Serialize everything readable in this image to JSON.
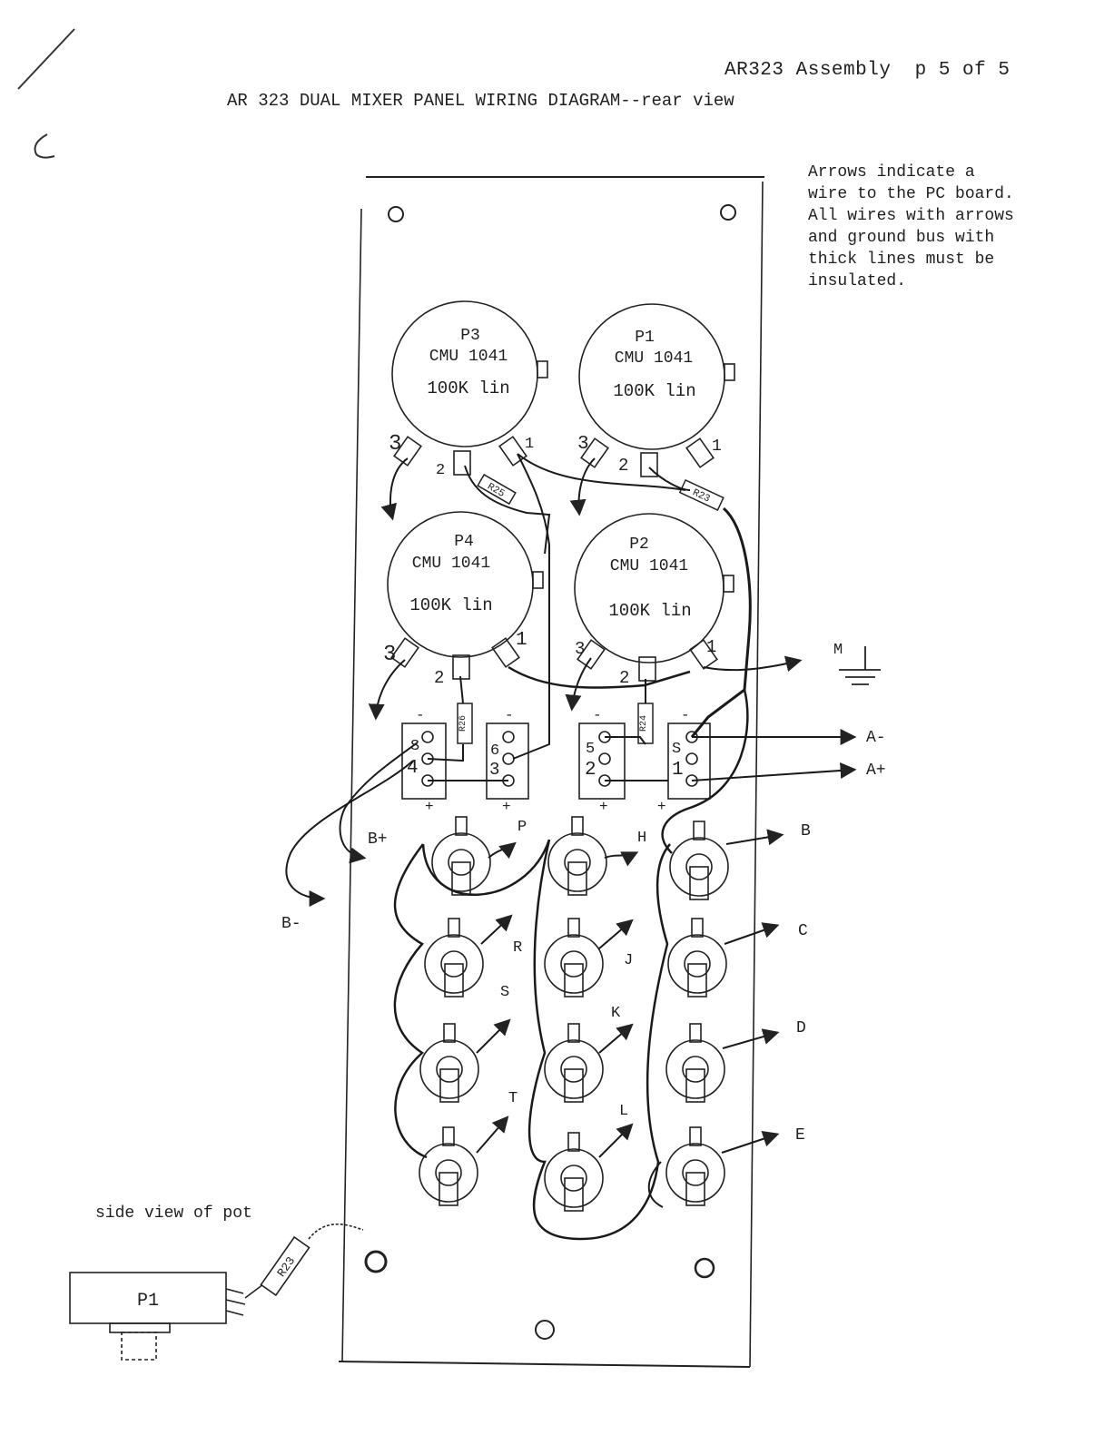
{
  "header": {
    "page_ref": "AR323 Assembly  p 5 of 5",
    "title": "AR 323 DUAL MIXER PANEL WIRING DIAGRAM--rear view"
  },
  "note": "Arrows indicate a\nwire to the PC board.\nAll wires with arrows\nand ground bus with\nthick lines must be\ninsulated.",
  "pots": [
    {
      "id": "P3",
      "model": "CMU 1041",
      "value": "100K lin"
    },
    {
      "id": "P1",
      "model": "CMU 1041",
      "value": "100K lin"
    },
    {
      "id": "P4",
      "model": "CMU 1041",
      "value": "100K lin"
    },
    {
      "id": "P2",
      "model": "CMU 1041",
      "value": "100K lin"
    }
  ],
  "pin_labels": {
    "one": "1",
    "two": "2",
    "three": "3"
  },
  "resistors": {
    "r25": "R25",
    "r23": "R23",
    "r26": "R26",
    "r24": "R24"
  },
  "terminal_blocks": [
    {
      "s": "S",
      "num": "4"
    },
    {
      "s": "6",
      "num": "3"
    },
    {
      "s": "5",
      "num": "2"
    },
    {
      "s": "S",
      "num": "1"
    }
  ],
  "signs": {
    "minus": "-",
    "plus": "+"
  },
  "jack_labels": [
    "P",
    "H",
    "R",
    "J",
    "S",
    "K",
    "T",
    "L"
  ],
  "pc_labels": {
    "m": "M",
    "a_minus": "A-",
    "a_plus": "A+",
    "b_plus": "B+",
    "b_minus": "B-",
    "b": "B",
    "c": "C",
    "d": "D",
    "e": "E"
  },
  "side_view": {
    "caption": "side view of pot",
    "pot_label": "P1",
    "resistor_label": "R23"
  }
}
